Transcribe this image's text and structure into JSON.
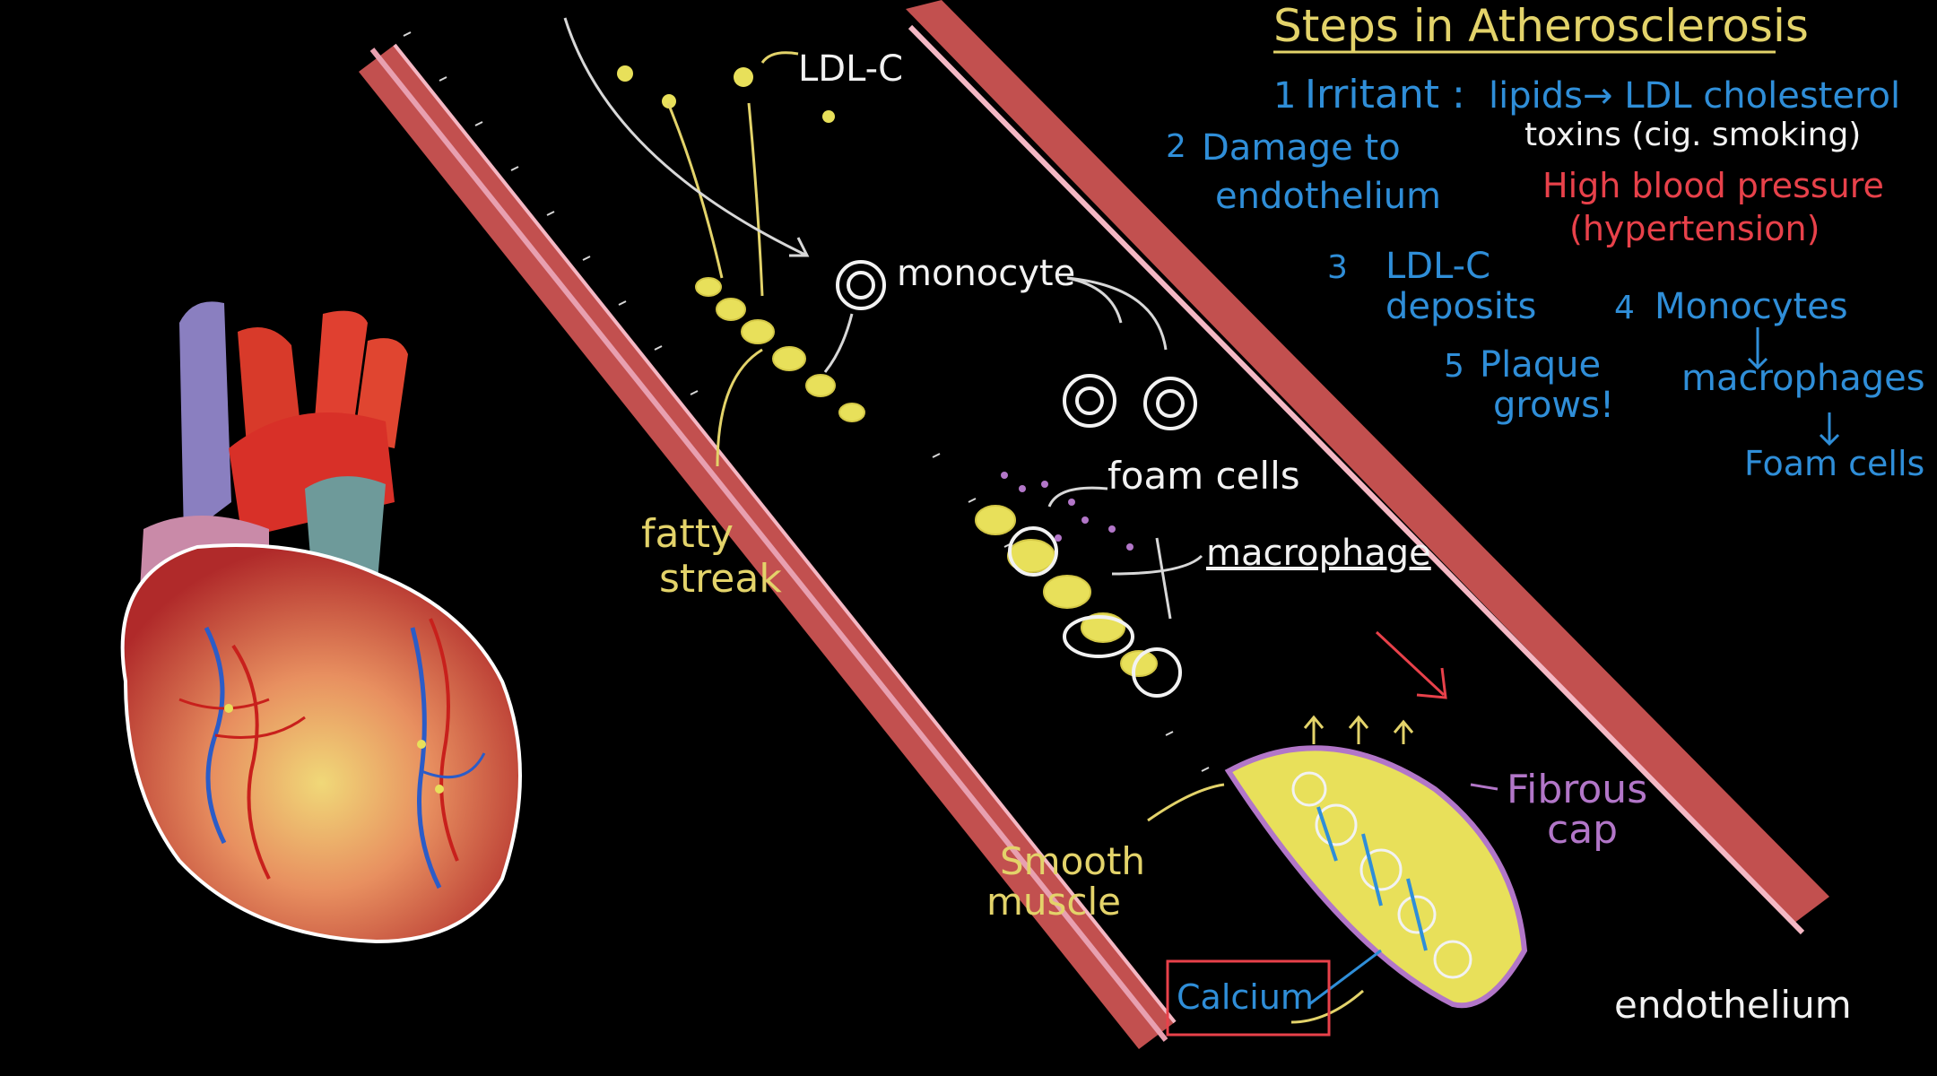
{
  "title": "Steps in Atherosclerosis",
  "steps": {
    "step1_label": "Irritant :",
    "step1_a": "lipids→ LDL cholesterol",
    "step1_b": "toxins (cig. smoking)",
    "step1_c": "High blood pressure",
    "step1_c2": "(hypertension)",
    "step2_a": "Damage to",
    "step2_b": "endothelium",
    "step3_a": "LDL-C",
    "step3_b": "deposits",
    "step4_a": "Monocytes",
    "step4_b": "macrophages",
    "step4_c": "Foam cells",
    "step5_a": "Plaque",
    "step5_b": "grows!",
    "num1": "1",
    "num2": "2",
    "num3": "3",
    "num4": "4",
    "num5": "5"
  },
  "labels": {
    "ldl": "LDL-C",
    "monocyte": "monocyte",
    "fatty_1": "fatty",
    "fatty_2": "streak",
    "foam_cells": "foam cells",
    "macrophage": "macrophage",
    "fibrous_1": "Fibrous",
    "fibrous_2": "cap",
    "smooth_1": "Smooth",
    "smooth_2": "muscle",
    "calcium": "Calcium",
    "endothelium": "endothelium"
  },
  "colors": {
    "vessel": "#c2504f",
    "intima": "#e8a0b0",
    "ldl": "#e8e05a",
    "annot_blue": "#2f8ed8",
    "annot_red": "#e8414a",
    "annot_yellow": "#e3d36a",
    "annot_purple": "#b276c8"
  },
  "icons": [
    "heart-illustration",
    "artery-diagram",
    "monocyte-cell",
    "foam-cell",
    "plaque"
  ]
}
